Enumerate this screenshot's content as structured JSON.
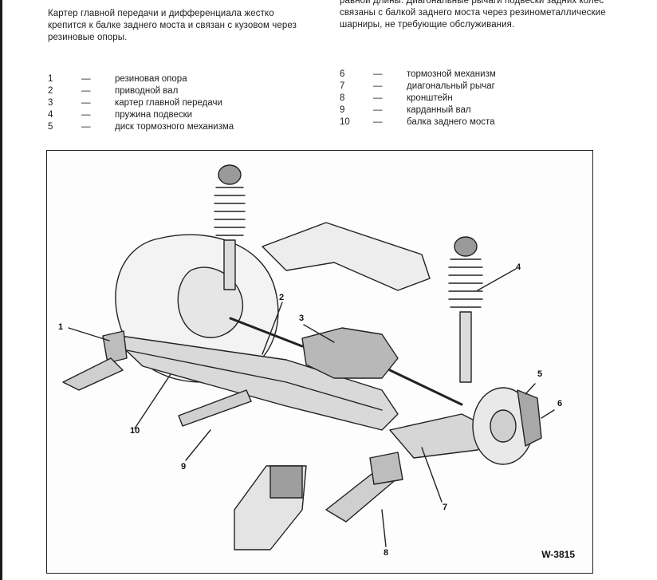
{
  "intro": {
    "left": "Картер главной передачи и дифференциала жестко крепится к балке заднего моста и связан с кузовом через резиновые опоры.",
    "right": "равной длины. Диагональные рычаги подвески задних колес связаны с балкой заднего моста через резинометаллические шарниры, не требующие обслуживания."
  },
  "legend_left": [
    {
      "num": "1",
      "dash": "—",
      "label": "резиновая опора"
    },
    {
      "num": "2",
      "dash": "—",
      "label": "приводной вал"
    },
    {
      "num": "3",
      "dash": "—",
      "label": "картер главной передачи"
    },
    {
      "num": "4",
      "dash": "—",
      "label": "пружина подвески"
    },
    {
      "num": "5",
      "dash": "—",
      "label": "диск тормозного механизма"
    }
  ],
  "legend_right": [
    {
      "num": "6",
      "dash": "—",
      "label": "тормозной механизм"
    },
    {
      "num": "7",
      "dash": "—",
      "label": "диагональный рычаг"
    },
    {
      "num": "8",
      "dash": "—",
      "label": "кронштейн"
    },
    {
      "num": "9",
      "dash": "—",
      "label": "карданный вал"
    },
    {
      "num": "10",
      "dash": "—",
      "label": "балка заднего моста"
    }
  ],
  "figure": {
    "callouts": [
      "1",
      "2",
      "3",
      "4",
      "5",
      "6",
      "7",
      "8",
      "9",
      "10"
    ],
    "code": "W-3815"
  }
}
